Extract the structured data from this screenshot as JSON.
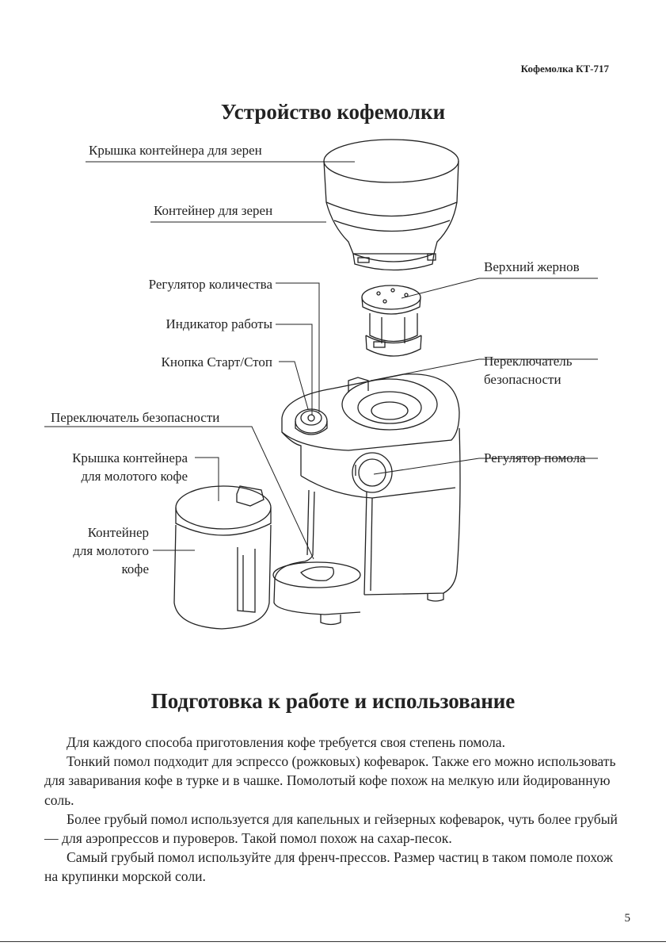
{
  "header": "Кофемолка КТ-717",
  "title_device": "Устройство кофемолки",
  "labels": {
    "bean_lid": "Крышка контейнера для зерен",
    "bean_container": "Контейнер для зерен",
    "upper_burr": "Верхний жернов",
    "quantity_regulator": "Регулятор количества",
    "work_indicator": "Индикатор работы",
    "start_stop": "Кнопка Старт/Стоп",
    "safety_switch_right_1": "Переключатель",
    "safety_switch_right_2": "безопасности",
    "safety_switch_left": "Переключатель безопасности",
    "grind_regulator": "Регулятор помола",
    "ground_lid_1": "Крышка контейнера",
    "ground_lid_2": "для молотого кофе",
    "ground_container_1": "Контейнер",
    "ground_container_2": "для молотого",
    "ground_container_3": "кофе"
  },
  "title_usage": "Подготовка к работе и использование",
  "paragraphs": [
    "Для каждого способа приготовления кофе требуется своя степень помола.",
    "Тонкий помол подходит для эспрессо (рожковых) кофеварок. Также его можно использовать для заваривания кофе в турке и в чашке. Помолотый кофе похож на мелкую или йодированную соль.",
    "Более грубый помол используется для  капельных  и гейзерных кофеварок, чуть более грубый — для аэропрессов и пуроверов. Такой помол похож на сахар-песок.",
    "Самый грубый помол используйте для френч-прессов. Размер частиц в таком помоле похож на крупинки морской соли."
  ],
  "page_number": "5"
}
